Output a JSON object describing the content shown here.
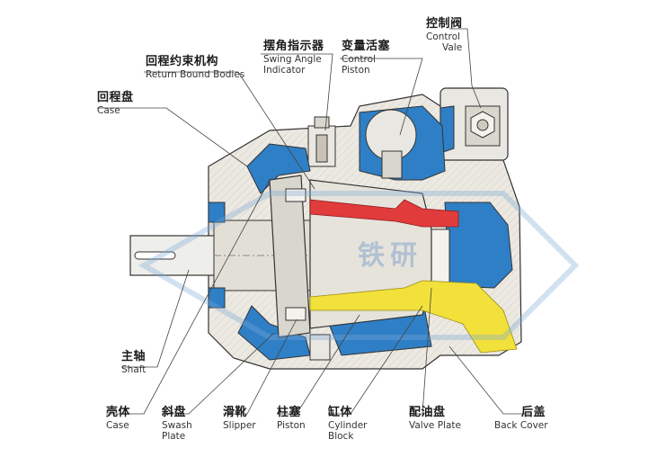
{
  "labels": {
    "control_valve": {
      "zh": "控制阀",
      "en1": "Control",
      "en2": "Vale"
    },
    "return_bound": {
      "zh": "回程约束机构",
      "en": "Return Bound Bodies"
    },
    "swing_angle": {
      "zh": "摆角指示器",
      "en1": "Swing Angle",
      "en2": "Indicator"
    },
    "control_piston": {
      "zh": "变量活塞",
      "en1": "Control",
      "en2": "Piston"
    },
    "case_top": {
      "zh": "回程盘",
      "en": "Case"
    },
    "shaft": {
      "zh": "主轴",
      "en": "Shaft"
    },
    "case_bottom": {
      "zh": "壳体",
      "en": "Case"
    },
    "swash_plate": {
      "zh": "斜盘",
      "en1": "Swash",
      "en2": "Plate"
    },
    "slipper": {
      "zh": "滑靴",
      "en": "Slipper"
    },
    "piston": {
      "zh": "柱塞",
      "en": "Piston"
    },
    "cylinder_block": {
      "zh": "缸体",
      "en1": "Cylinder",
      "en2": "Block"
    },
    "valve_plate": {
      "zh": "配油盘",
      "en": "Valve Plate"
    },
    "back_cover": {
      "zh": "后盖",
      "en": "Back Cover"
    }
  },
  "watermark": "铁研",
  "colors": {
    "oil_blue": "#2e7fc6",
    "high_pressure_red": "#e23b3b",
    "suction_yellow": "#f2e13a",
    "metal": "#e9e7e1",
    "outline": "#333333"
  }
}
